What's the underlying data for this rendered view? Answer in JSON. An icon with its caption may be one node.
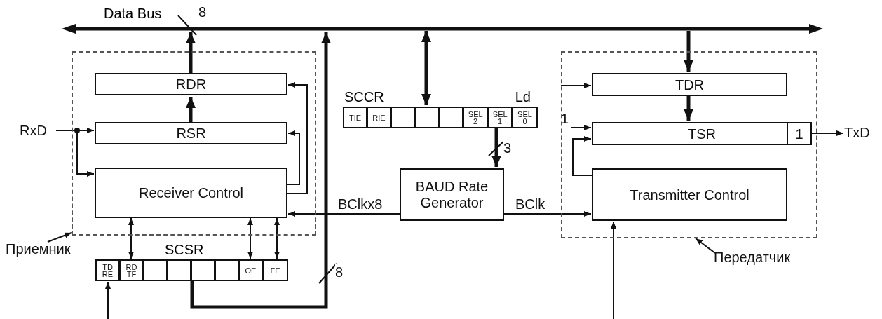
{
  "diagram": {
    "nodes": [
      {
        "text": [
          "Data Bus"
        ]
      },
      {
        "text": [],
        "shape": "box"
      },
      {
        "text": [
          "RDR"
        ],
        "in": 1
      },
      {
        "text": [
          "RSR"
        ],
        "in": 1
      },
      {
        "text": [
          "Receiver Control"
        ],
        "in": 1
      },
      {
        "text": [
          "RxD"
        ]
      },
      {
        "text": [
          "SCCR",
          "Ld"
        ]
      },
      {
        "text": [
          "TIE"
        ],
        "in": 6
      },
      {
        "text": [
          "RIE"
        ],
        "in": 6
      },
      {
        "text": [],
        "shape": "box",
        "in": 6
      },
      {
        "text": [],
        "shape": "box",
        "in": 6
      },
      {
        "text": [],
        "shape": "box",
        "in": 6
      },
      {
        "text": [
          "SEL 2"
        ],
        "in": 6
      },
      {
        "text": [
          "SEL 1"
        ],
        "in": 6
      },
      {
        "text": [
          "SEL 0"
        ],
        "in": 6
      },
      {
        "text": [
          "BAUD Rate Generator"
        ]
      },
      {
        "text": [],
        "shape": "box"
      },
      {
        "text": [
          "TDR"
        ],
        "in": 16
      },
      {
        "text": [
          "TSR"
        ],
        "in": 16
      },
      {
        "text": [
          "1"
        ],
        "in": 18
      },
      {
        "text": [
          "Transmitter Control"
        ],
        "in": 16
      },
      {
        "text": [
          "TxD"
        ]
      },
      {
        "text": [
          "SCSR"
        ]
      },
      {
        "text": [
          "TD RE"
        ],
        "in": 22
      },
      {
        "text": [
          "RD TF"
        ],
        "in": 22
      },
      {
        "text": [],
        "shape": "box",
        "in": 22
      },
      {
        "text": [],
        "shape": "box",
        "in": 22
      },
      {
        "text": [],
        "shape": "box",
        "in": 22
      },
      {
        "text": [],
        "shape": "box",
        "in": 22
      },
      {
        "text": [
          "OE"
        ],
        "in": 22
      },
      {
        "text": [
          "FE"
        ],
        "in": 22
      },
      {
        "text": [
          "Приемник"
        ]
      },
      {
        "text": [
          "Передатчик"
        ]
      },
      {
        "text": [
          "1"
        ],
        "in": 16
      }
    ],
    "edges": [
      {
        "from": 2,
        "to": 0,
        "arrow": "to",
        "style": "thick"
      },
      {
        "from": 3,
        "to": 2,
        "arrow": "to",
        "style": "thick"
      },
      {
        "from": 5,
        "to": 3,
        "arrow": "to"
      },
      {
        "from": 5,
        "to": 4,
        "arrow": "to"
      },
      {
        "from": 4,
        "to": 3,
        "arrow": "to"
      },
      {
        "from": 4,
        "to": 2,
        "arrow": "to"
      },
      {
        "from": 4,
        "to": 24,
        "arrow": "both"
      },
      {
        "from": 4,
        "to": 29,
        "arrow": "both"
      },
      {
        "from": 4,
        "to": 30,
        "arrow": "both"
      },
      {
        "from": null,
        "to": 23,
        "arrow": "to"
      },
      {
        "from": 22,
        "to": 0,
        "arrow": "to",
        "style": "thick",
        "label": "8"
      },
      {
        "from": 15,
        "to": 4,
        "arrow": "to",
        "label": "BClkx8"
      },
      {
        "from": 15,
        "to": 20,
        "arrow": "to",
        "label": "BClk"
      },
      {
        "from": 0,
        "to": 10,
        "arrow": "both",
        "style": "thick"
      },
      {
        "from": 13,
        "to": 15,
        "arrow": "to",
        "style": "thick",
        "label": "3"
      },
      {
        "from": 0,
        "to": 17,
        "arrow": "to",
        "style": "thick"
      },
      {
        "from": 17,
        "to": 18,
        "arrow": "to",
        "style": "thick"
      },
      {
        "from": null,
        "to": 17,
        "arrow": "to"
      },
      {
        "from": 33,
        "to": 18,
        "arrow": "to"
      },
      {
        "from": 20,
        "to": 18,
        "arrow": "to"
      },
      {
        "from": 19,
        "to": 21,
        "arrow": "to"
      },
      {
        "from": null,
        "to": 20,
        "arrow": "to"
      },
      {
        "from": 31,
        "to": 1,
        "arrow": "to"
      },
      {
        "from": 32,
        "to": 16,
        "arrow": "to"
      }
    ],
    "labels": [
      "8"
    ]
  }
}
